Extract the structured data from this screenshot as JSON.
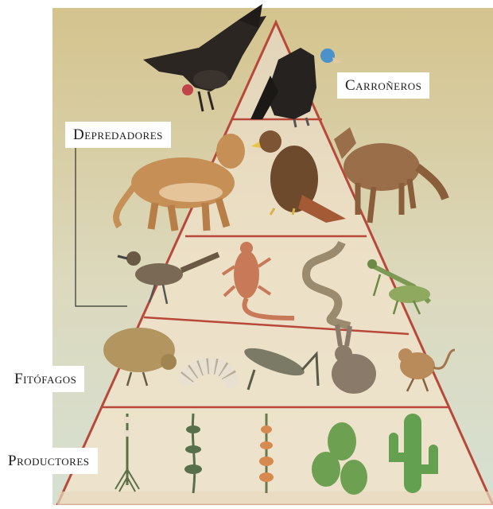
{
  "levels": {
    "scavengers": {
      "label": "Carroñeros",
      "animals": [
        {
          "name": "condor",
          "color": "#2b2622",
          "head": "#c0444a"
        },
        {
          "name": "vulture",
          "color": "#25221f",
          "head": "#4a92c9"
        }
      ]
    },
    "predators": {
      "label": "Depredadores",
      "animals": [
        {
          "name": "cougar",
          "color": "#c58f55"
        },
        {
          "name": "hawk",
          "color": "#6e4a2c"
        },
        {
          "name": "coyote",
          "color": "#9a6e48"
        },
        {
          "name": "roadrunner",
          "color": "#7a6a55"
        },
        {
          "name": "lizard",
          "color": "#c87a58"
        },
        {
          "name": "rattlesnake",
          "color": "#9a8a6e"
        },
        {
          "name": "mantis",
          "color": "#7d9a55"
        }
      ]
    },
    "herbivores": {
      "label": "Fitófagos",
      "animals": [
        {
          "name": "quail",
          "color": "#b39560"
        },
        {
          "name": "grub",
          "color": "#e8e0d0"
        },
        {
          "name": "grasshopper",
          "color": "#7a7a66"
        },
        {
          "name": "rabbit",
          "color": "#8a7a6a"
        },
        {
          "name": "kangaroo-rat",
          "color": "#b98a5a"
        }
      ]
    },
    "producers": {
      "label": "Productores",
      "plants": [
        {
          "name": "yucca",
          "color": "#5c7048"
        },
        {
          "name": "shrub",
          "color": "#55704a"
        },
        {
          "name": "flowering-stalk",
          "color": "#d78a50"
        },
        {
          "name": "prickly-pear",
          "color": "#6ea052"
        },
        {
          "name": "saguaro",
          "color": "#63a050"
        }
      ]
    }
  },
  "colors": {
    "pyramid_line": "#b8493a",
    "sky_top": "#d7c793",
    "sky_bottom": "#d9dfcf",
    "ground": "#e7d8bd"
  }
}
